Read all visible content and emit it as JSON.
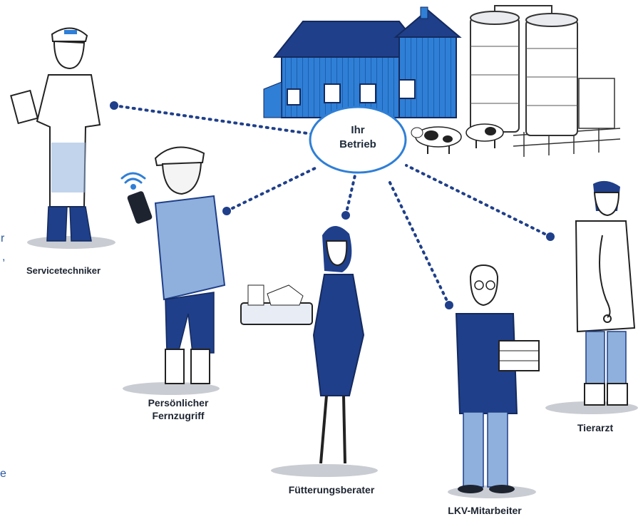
{
  "hub": {
    "line1": "Ihr",
    "line2": "Betrieb"
  },
  "nodes": {
    "servicetechniker": {
      "label": "Servicetechniker"
    },
    "fernzugriff": {
      "line1": "Persönlicher",
      "line2": "Fernzugriff"
    },
    "fuetterungsberater": {
      "label": "Fütterungsberater"
    },
    "lkv": {
      "label": "LKV-Mitarbeiter"
    },
    "tierarzt": {
      "label": "Tierarzt"
    }
  },
  "edge_fragments": {
    "r": "r",
    "comma": ",",
    "e": "e"
  },
  "colors": {
    "navy": "#1f3f8a",
    "blue": "#2f7fd6",
    "lightblue": "#8fb0dc",
    "ink": "#222222",
    "grey": "#c9ccd2"
  }
}
